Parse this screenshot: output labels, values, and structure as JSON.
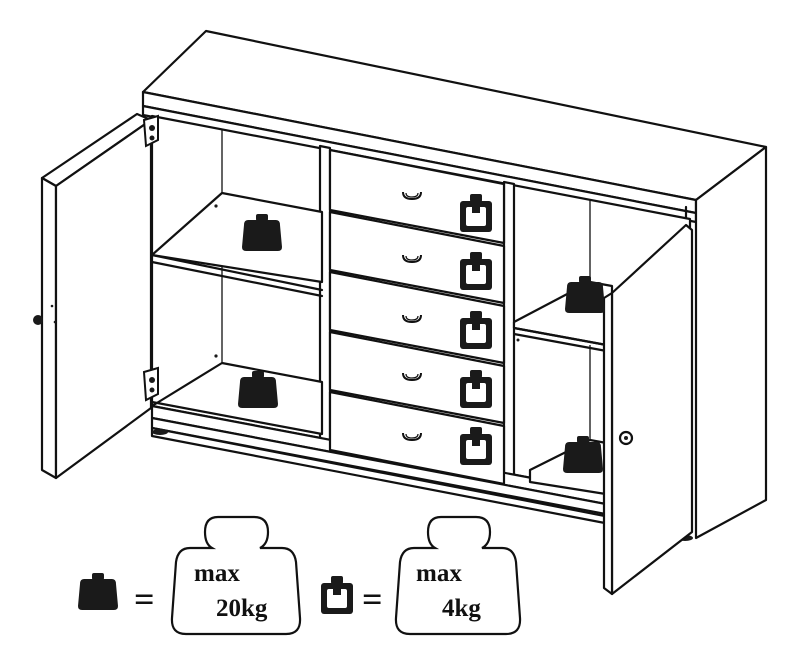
{
  "legend": {
    "solid_weight_icon": "solid-weight-icon",
    "outline_weight_icon": "outline-weight-icon",
    "equals": "=",
    "solid": {
      "line1": "max",
      "line2": "20kg"
    },
    "outline": {
      "line1": "max",
      "line2": "4kg"
    }
  },
  "colors": {
    "ink": "#111111",
    "weight": "#1a1a1a",
    "background": "#ffffff"
  }
}
